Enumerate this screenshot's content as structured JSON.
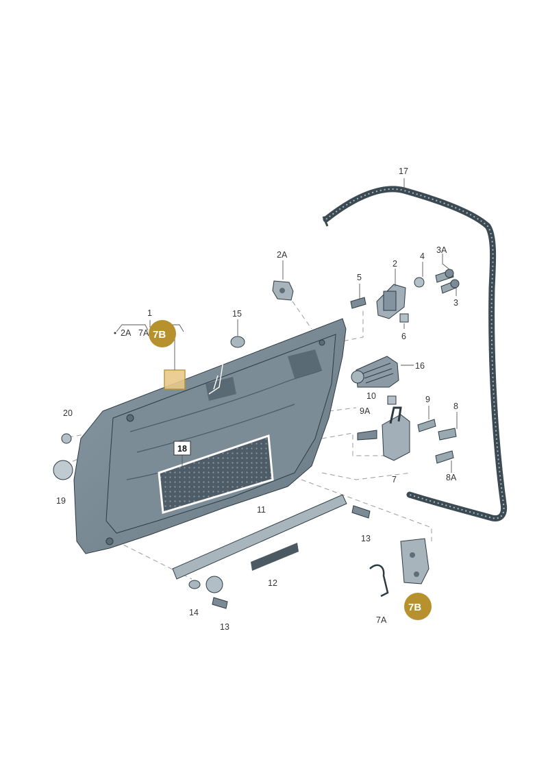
{
  "callouts": {
    "c1": "1",
    "c2": "2",
    "c2a_top": "2A",
    "c2a_left": "2A",
    "c3": "3",
    "c3a": "3A",
    "c4": "4",
    "c5": "5",
    "c6": "6",
    "c7": "7",
    "c7a_left": "7A",
    "c7a": "7A",
    "c8": "8",
    "c8a": "8A",
    "c9": "9",
    "c9a": "9A",
    "c10": "10",
    "c11": "11",
    "c12": "12",
    "c13a": "13",
    "c13b": "13",
    "c14": "14",
    "c15": "15",
    "c16": "16",
    "c17": "17",
    "c18": "18",
    "c19": "19",
    "c20": "20"
  },
  "badges": {
    "top": "7B",
    "bottom": "7B"
  },
  "colors": {
    "badge": "#b8912f",
    "part_fill": "#9aa9b2",
    "part_dark": "#5d6e78",
    "highlight": "#e8c98a"
  }
}
